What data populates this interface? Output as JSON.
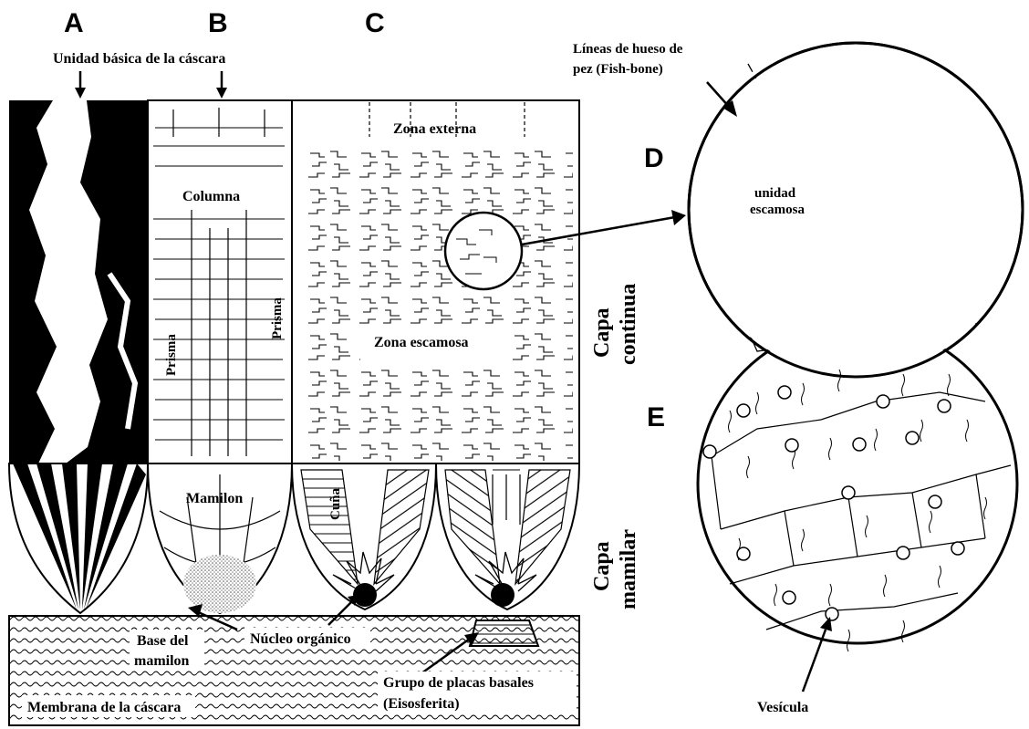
{
  "panels": {
    "a": "A",
    "b": "B",
    "c": "C",
    "d": "D",
    "e": "E"
  },
  "labels": {
    "unidad_basica": "Unidad básica de la cáscara",
    "columna": "Columna",
    "prisma_left": "Prisma",
    "prisma_right": "Prisma",
    "mamilon": "Mamilon",
    "zona_externa": "Zona externa",
    "zona_escamosa": "Zona escamosa",
    "cuna": "Cuña",
    "capa_continua_1": "Capa",
    "capa_continua_2": "continua",
    "capa_mamilar_1": "Capa",
    "capa_mamilar_2": "mamilar",
    "lineas_1": "Líneas de hueso de",
    "lineas_2": "pez (Fish-bone)",
    "unidad_escamosa_1": "unidad",
    "unidad_escamosa_2": "escamosa",
    "base_mamilon_1": "Base del",
    "base_mamilon_2": "mamilon",
    "nucleo": "Núcleo orgánico",
    "grupo_1": "Grupo de placas basales",
    "grupo_2": "(Eisosferita)",
    "membrana": "Membrana de la cáscara",
    "vesicula": "Vesícula"
  }
}
